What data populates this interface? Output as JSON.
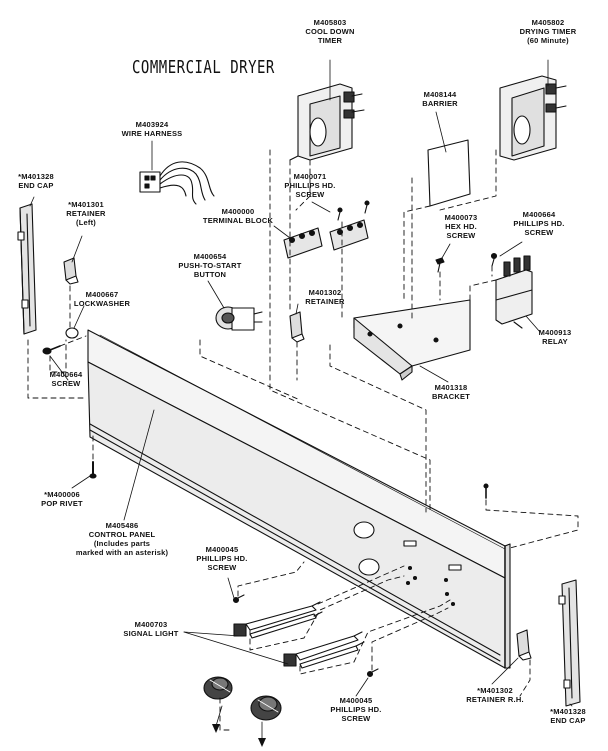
{
  "title": "COMMERCIAL DRYER",
  "labels": {
    "cool_down_timer": [
      "M405803",
      "COOL DOWN",
      "TIMER"
    ],
    "drying_timer": [
      "M405802",
      "DRYING TIMER",
      "(60 Minute)"
    ],
    "barrier": [
      "M408144",
      "BARRIER"
    ],
    "wire_harness": [
      "M403924",
      "WIRE HARNESS"
    ],
    "end_cap_left": [
      "*M401328",
      "END CAP"
    ],
    "retainer_left": [
      "*M401301",
      "RETAINER",
      "(Left)"
    ],
    "phillips_screw_top": [
      "M400071",
      "PHILLIPS HD.",
      "SCREW"
    ],
    "terminal_block": [
      "M400000",
      "TERMINAL BLOCK"
    ],
    "hex_screw": [
      "M400073",
      "HEX HD.",
      "SCREW"
    ],
    "phillips_screw_relay": [
      "M400664",
      "PHILLIPS HD.",
      "SCREW"
    ],
    "push_button": [
      "M400654",
      "PUSH-TO-START",
      "BUTTON"
    ],
    "lockwasher": [
      "M400667",
      "LOCKWASHER"
    ],
    "screw_left": [
      "M400664",
      "SCREW"
    ],
    "retainer_mid": [
      "M401302",
      "RETAINER"
    ],
    "relay": [
      "M400913",
      "RELAY"
    ],
    "bracket": [
      "M401318",
      "BRACKET"
    ],
    "pop_rivet": [
      "*M400006",
      "POP RIVET"
    ],
    "control_panel": [
      "M405486",
      "CONTROL PANEL",
      "(Includes parts",
      "marked with an asterisk)"
    ],
    "phillips_screw_mid": [
      "M400045",
      "PHILLIPS HD.",
      "SCREW"
    ],
    "signal_light": [
      "M400703",
      "SIGNAL LIGHT"
    ],
    "phillips_screw_bottom": [
      "M400045",
      "PHILLIPS HD.",
      "SCREW"
    ],
    "retainer_rh": [
      "*M401302",
      "RETAINER R.H."
    ],
    "end_cap_right": [
      "*M401328",
      "END CAP"
    ]
  }
}
